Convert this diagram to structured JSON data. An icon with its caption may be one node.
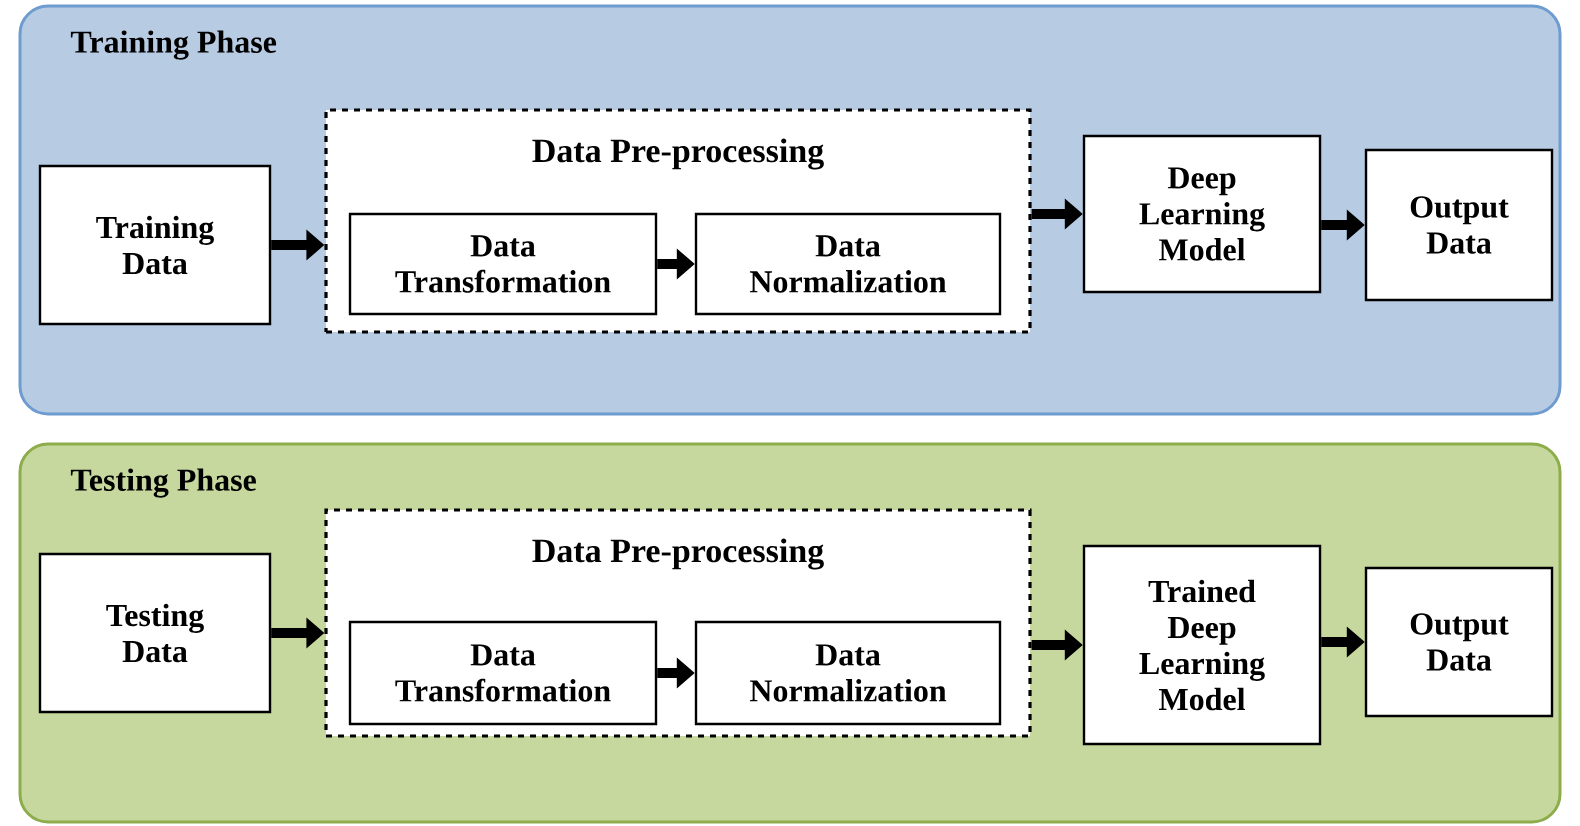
{
  "diagram": {
    "nodes": [
      {
        "text": [
          "Training Phase"
        ]
      },
      {
        "text": [
          "Training Data"
        ],
        "in": 0
      },
      {
        "text": [
          "Data Pre-processing"
        ],
        "in": 0
      },
      {
        "text": [
          "Data Transformation"
        ],
        "in": 2
      },
      {
        "text": [
          "Data Normalization"
        ],
        "in": 2
      },
      {
        "text": [
          "Deep Learning Model"
        ],
        "in": 0
      },
      {
        "text": [
          "Output Data"
        ],
        "in": 0
      },
      {
        "text": [
          "Testing Phase"
        ]
      },
      {
        "text": [
          "Testing Data"
        ],
        "in": 7
      },
      {
        "text": [
          "Data Pre-processing"
        ],
        "in": 7
      },
      {
        "text": [
          "Data Transformation"
        ],
        "in": 9
      },
      {
        "text": [
          "Data Normalization"
        ],
        "in": 9
      },
      {
        "text": [
          "Trained Deep Learning Model"
        ],
        "in": 7
      },
      {
        "text": [
          "Output Data"
        ],
        "in": 7
      }
    ],
    "edges": [
      {
        "from": 1,
        "to": 2,
        "arrow": "to"
      },
      {
        "from": 3,
        "to": 4,
        "arrow": "to"
      },
      {
        "from": 2,
        "to": 5,
        "arrow": "to"
      },
      {
        "from": 5,
        "to": 6,
        "arrow": "to"
      },
      {
        "from": 8,
        "to": 9,
        "arrow": "to"
      },
      {
        "from": 10,
        "to": 11,
        "arrow": "to"
      },
      {
        "from": 9,
        "to": 12,
        "arrow": "to"
      },
      {
        "from": 12,
        "to": 13,
        "arrow": "to"
      }
    ]
  }
}
